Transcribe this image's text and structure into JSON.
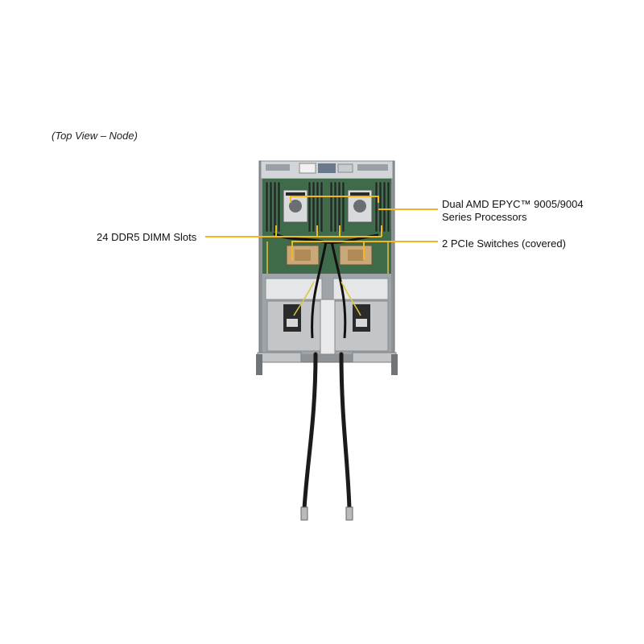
{
  "caption": "(Top View – Node)",
  "callouts": {
    "cpu_line1": "Dual AMD EPYC™  9005/9004",
    "cpu_line2": "Series Processors",
    "dimm": "24 DDR5 DIMM Slots",
    "pcie": "2 PCIe Switches (covered)"
  },
  "colors": {
    "leader": "#f2b81c",
    "pcb": "#3f6b4a",
    "chassis": "#bfc3c6",
    "cable": "#1b1b1b"
  }
}
